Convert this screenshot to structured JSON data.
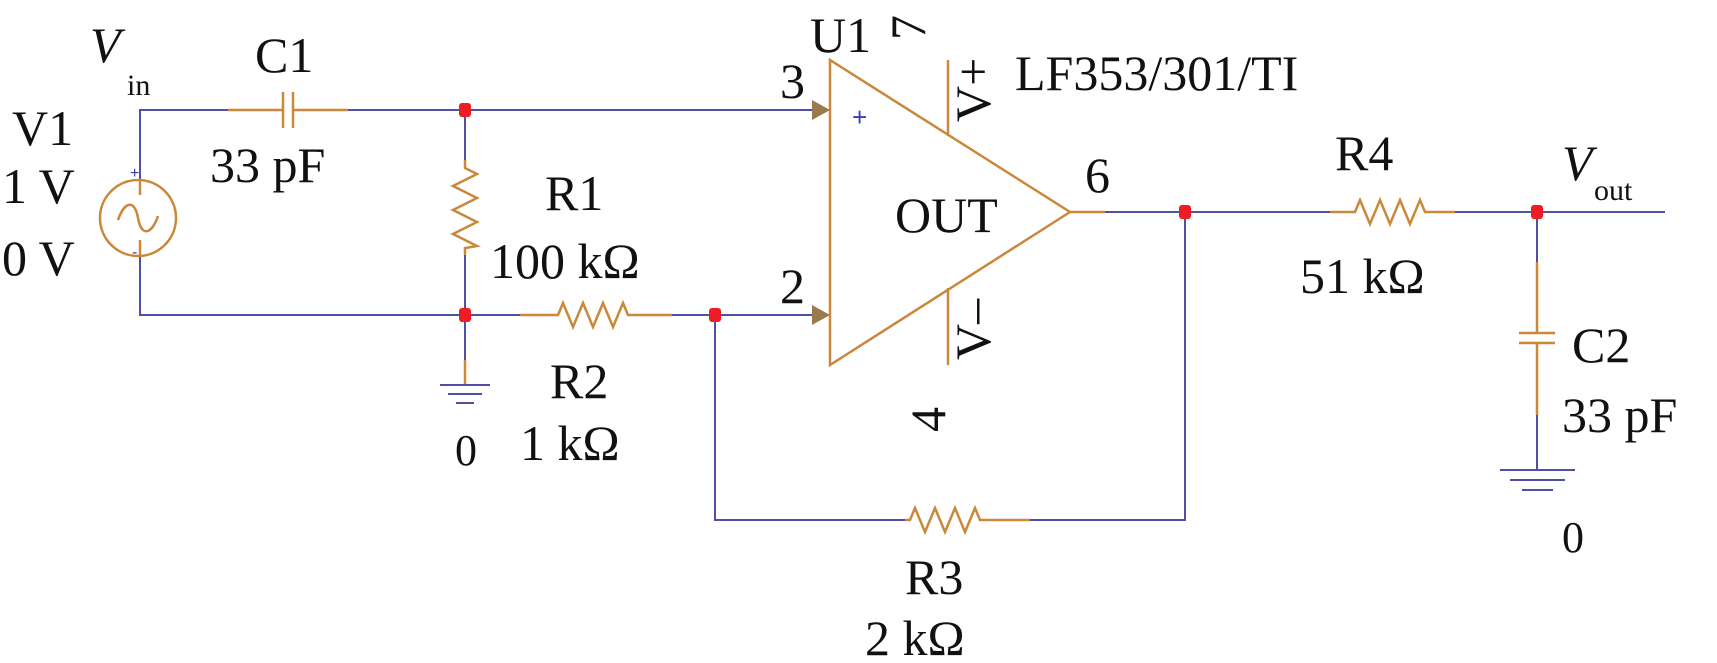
{
  "vin_symbol": "V",
  "vin_sub": "in",
  "vout_symbol": "V",
  "vout_sub": "out",
  "v1": {
    "name": "V1",
    "amplitude": "1 V",
    "offset": "0 V"
  },
  "c1": {
    "name": "C1",
    "value": "33 pF"
  },
  "r1": {
    "name": "R1",
    "value": "100 kΩ"
  },
  "r2": {
    "name": "R2",
    "value": "1 kΩ"
  },
  "r3": {
    "name": "R3",
    "value": "2 kΩ"
  },
  "r4": {
    "name": "R4",
    "value": "51 kΩ"
  },
  "c2": {
    "name": "C2",
    "value": "33 pF"
  },
  "u1": {
    "name": "U1",
    "model": "LF353/301/TI",
    "out_label": "OUT",
    "vplus_label": "V+",
    "vminus_label": "V–",
    "pin_noninv": "3",
    "pin_inv": "2",
    "pin_out": "6",
    "pin_vplus": "7",
    "pin_vminus": "4",
    "plus_sign": "+"
  },
  "ground_label_left": "0",
  "ground_label_right": "0",
  "colors": {
    "wire": "#4f4fa8",
    "component": "#c9883a",
    "node": "#ee1c25"
  }
}
